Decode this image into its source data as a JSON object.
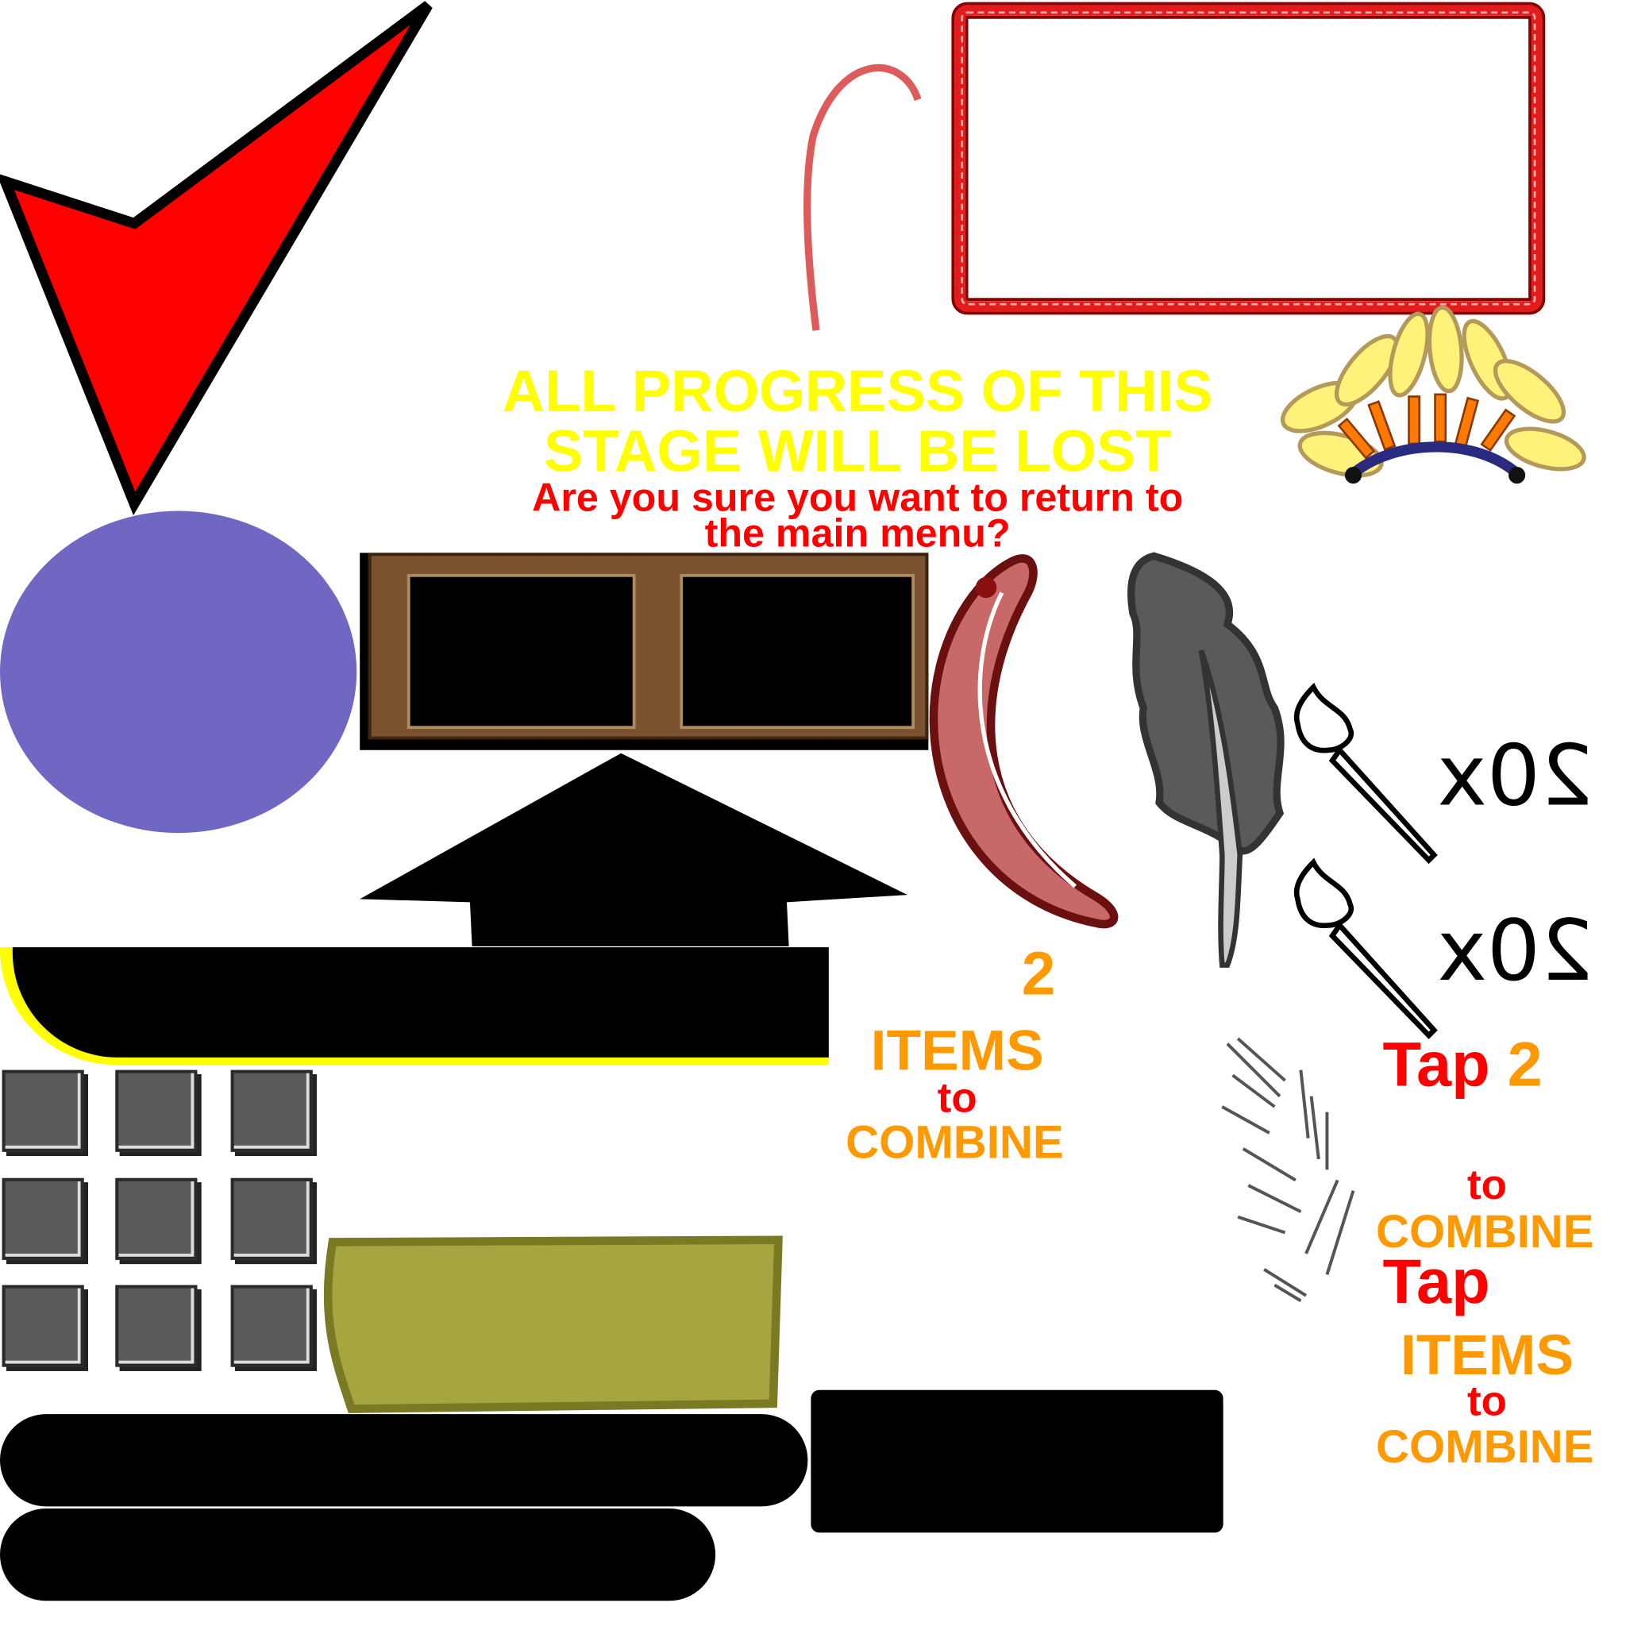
{
  "dialog": {
    "warning_line1": "ALL PROGRESS OF THIS",
    "warning_line2": "STAGE WILL BE LOST",
    "question_line1": "Are you sure you want to return to",
    "question_line2": "the main menu?"
  },
  "hint_center": {
    "count": "2",
    "items": "ITEMS",
    "to": "to",
    "combine": "COMBINE"
  },
  "hint_right_a": {
    "tap": "Tap",
    "count": "2",
    "to": "to",
    "combine": "COMBINE"
  },
  "hint_right_b": {
    "tap": "Tap",
    "items": "ITEMS",
    "to": "to",
    "combine": "COMBINE"
  },
  "brush_multiplier": [
    "20x",
    "20x"
  ],
  "colors": {
    "yellow": "#ffff00",
    "red": "#ff0000",
    "orange": "#ff9900",
    "purple": "#6f67c1",
    "olive": "#a5a640",
    "brown": "#573a1e"
  },
  "icons": [
    "checkmark-icon",
    "rope-frame",
    "headdress-icon",
    "horn-icon",
    "feather-icon",
    "paintbrush-icon",
    "arrow-up-icon",
    "inventory-slot"
  ]
}
